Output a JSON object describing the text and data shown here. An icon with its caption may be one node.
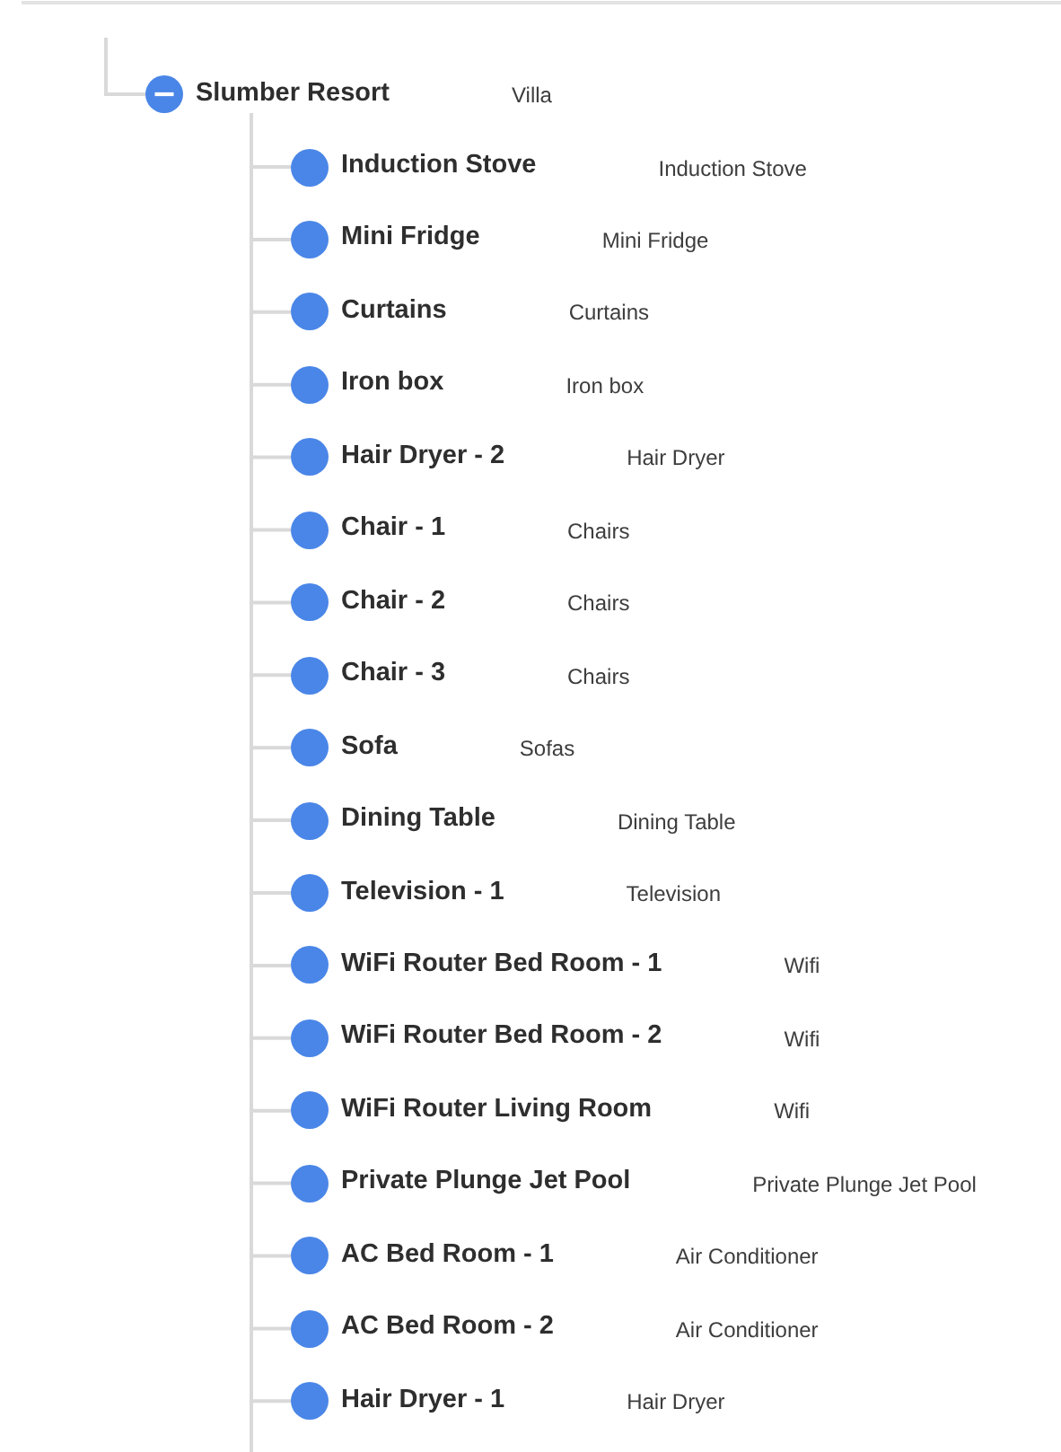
{
  "diagram": {
    "nodes": [
      {
        "text": [
          "Slumber Resort"
        ]
      },
      {
        "text": [
          "Induction Stove"
        ]
      },
      {
        "text": [
          "Mini Fridge"
        ]
      },
      {
        "text": [
          "Curtains"
        ]
      },
      {
        "text": [
          "Iron box"
        ]
      },
      {
        "text": [
          "Hair Dryer - 2"
        ]
      },
      {
        "text": [
          "Chair - 1"
        ]
      },
      {
        "text": [
          "Chair - 2"
        ]
      },
      {
        "text": [
          "Chair - 3"
        ]
      },
      {
        "text": [
          "Sofa"
        ]
      },
      {
        "text": [
          "Dining Table"
        ]
      },
      {
        "text": [
          "Television - 1"
        ]
      },
      {
        "text": [
          "WiFi Router Bed Room - 1"
        ]
      },
      {
        "text": [
          "WiFi Router Bed Room - 2"
        ]
      },
      {
        "text": [
          "WiFi Router Living Room"
        ]
      },
      {
        "text": [
          "Private Plunge Jet Pool"
        ]
      },
      {
        "text": [
          "AC Bed Room - 1"
        ]
      },
      {
        "text": [
          "AC Bed Room - 2"
        ]
      },
      {
        "text": [
          "Hair Dryer - 1"
        ]
      }
    ],
    "edges": [
      {
        "from": null,
        "to": 0,
        "arrow": "none"
      },
      {
        "from": 0,
        "to": 1,
        "arrow": "none"
      },
      {
        "from": 0,
        "to": 2,
        "arrow": "none"
      },
      {
        "from": 0,
        "to": 3,
        "arrow": "none"
      },
      {
        "from": 0,
        "to": 4,
        "arrow": "none"
      },
      {
        "from": 0,
        "to": 5,
        "arrow": "none"
      },
      {
        "from": 0,
        "to": 6,
        "arrow": "none"
      },
      {
        "from": 0,
        "to": 7,
        "arrow": "none"
      },
      {
        "from": 0,
        "to": 8,
        "arrow": "none"
      },
      {
        "from": 0,
        "to": 9,
        "arrow": "none"
      },
      {
        "from": 0,
        "to": 10,
        "arrow": "none"
      },
      {
        "from": 0,
        "to": 11,
        "arrow": "none"
      },
      {
        "from": 0,
        "to": 12,
        "arrow": "none"
      },
      {
        "from": 0,
        "to": 13,
        "arrow": "none"
      },
      {
        "from": 0,
        "to": 14,
        "arrow": "none"
      },
      {
        "from": 0,
        "to": 15,
        "arrow": "none"
      },
      {
        "from": 0,
        "to": 16,
        "arrow": "none"
      },
      {
        "from": 0,
        "to": 17,
        "arrow": "none"
      },
      {
        "from": 0,
        "to": 18,
        "arrow": "none"
      }
    ],
    "labels": [
      "Villa",
      "Induction Stove",
      "Mini Fridge",
      "Curtains",
      "Iron box",
      "Hair Dryer",
      "Chairs",
      "Chairs",
      "Chairs",
      "Sofas",
      "Dining Table",
      "Television",
      "Wifi",
      "Wifi",
      "Wifi",
      "Private Plunge Jet Pool",
      "Air Conditioner",
      "Air Conditioner",
      "Hair Dryer"
    ]
  }
}
